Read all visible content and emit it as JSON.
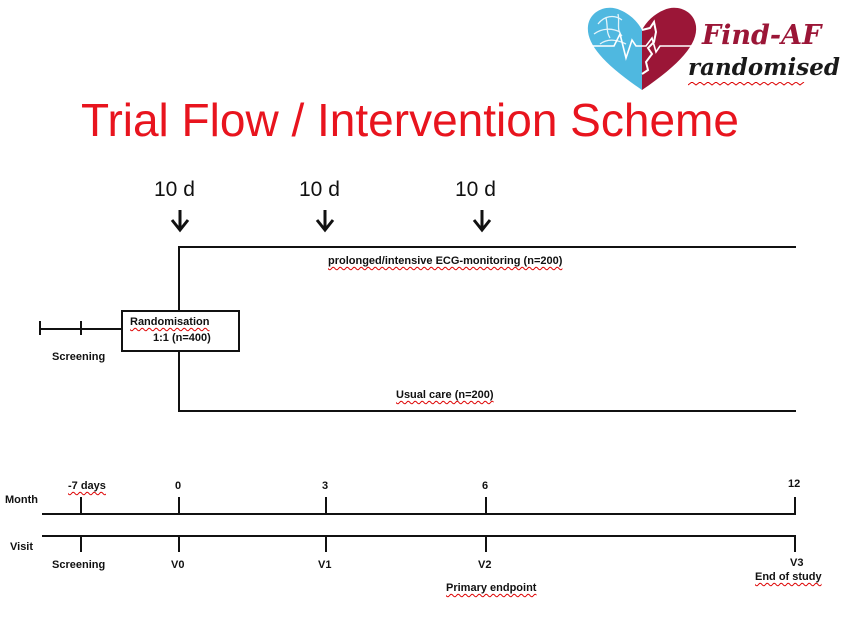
{
  "logo": {
    "line1": "Find-AF",
    "line2": "randomised",
    "colors": {
      "brand_red": "#9b1637",
      "brand_blue": "#4fb8e0"
    },
    "icon": "brain-heart-logo-icon"
  },
  "title": "Trial Flow / Intervention Scheme",
  "durations": [
    "10 d",
    "10 d",
    "10 d"
  ],
  "arms": {
    "intervention": "prolonged/intensive ECG-monitoring (n=200)",
    "control": "Usual care (n=200)"
  },
  "randomisation": {
    "line1": "Randomisation",
    "line2": "1:1 (n=400)"
  },
  "screening_label": "Screening",
  "timeline": {
    "month_label": "Month",
    "visit_label": "Visit",
    "months": [
      "-7 days",
      "0",
      "3",
      "6",
      "12"
    ],
    "visits": [
      "Screening",
      "V0",
      "V1",
      "V2",
      "V3"
    ],
    "primary_endpoint": "Primary endpoint",
    "end_of_study": "End of study"
  },
  "colors": {
    "title": "#e8141e",
    "lines": "#111111"
  }
}
